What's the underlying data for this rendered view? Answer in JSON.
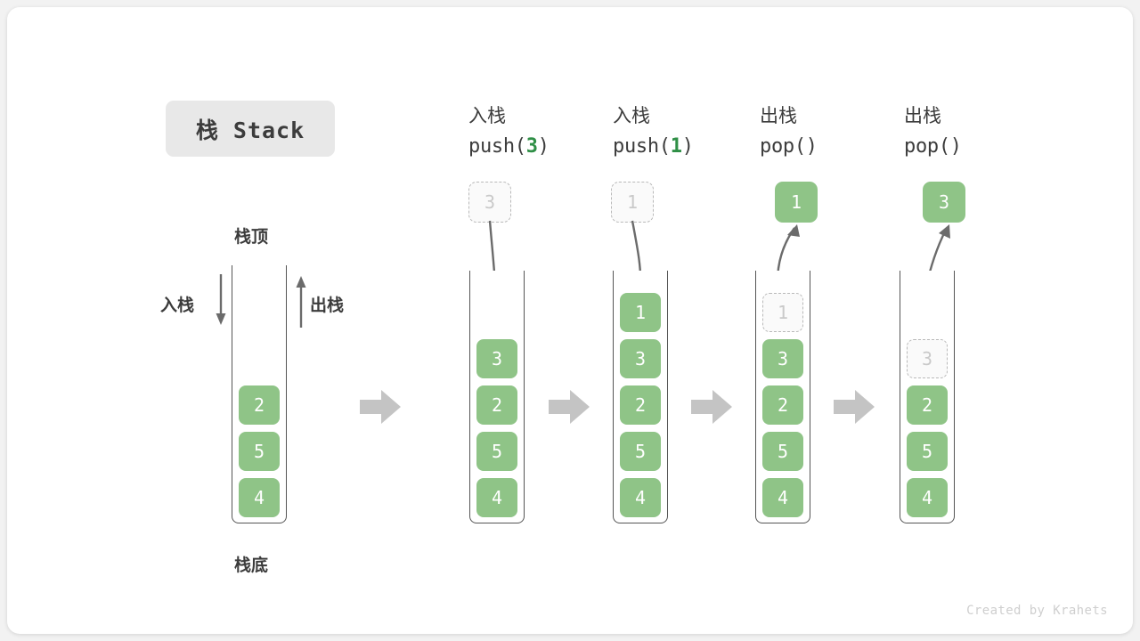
{
  "title": {
    "badge": "栈 Stack"
  },
  "legend": {
    "top_label": "栈顶",
    "bottom_label": "栈底",
    "push_label": "入栈",
    "pop_label": "出栈"
  },
  "footer": {
    "watermark": "Created by Krahets"
  },
  "colors": {
    "cell_fill": "#8fc487",
    "cell_text": "#ffffff",
    "ghost_border": "#b9b9b9",
    "ghost_text": "#c9c9c9",
    "arrow_gray": "#c4c4c4",
    "curve_arrow": "#6b6b6b",
    "badge_bg": "#e8e8e8",
    "text": "#3c3c3c",
    "accent_green": "#2f8f46"
  },
  "columns": [
    {
      "id": "initial",
      "heading_cn": "",
      "heading_code": "",
      "op": "initial",
      "stack": [
        "2",
        "5",
        "4"
      ],
      "ghost_top": null,
      "float_box": null
    },
    {
      "id": "push-3",
      "heading_cn": "入栈",
      "heading_code_prefix": "push(",
      "heading_code_arg": "3",
      "heading_code_suffix": ")",
      "op": "push",
      "stack": [
        "3",
        "2",
        "5",
        "4"
      ],
      "float_box": {
        "value": "3",
        "style": "ghost"
      }
    },
    {
      "id": "push-1",
      "heading_cn": "入栈",
      "heading_code_prefix": "push(",
      "heading_code_arg": "1",
      "heading_code_suffix": ")",
      "op": "push",
      "stack": [
        "1",
        "3",
        "2",
        "5",
        "4"
      ],
      "float_box": {
        "value": "1",
        "style": "ghost"
      }
    },
    {
      "id": "pop-1",
      "heading_cn": "出栈",
      "heading_code_prefix": "pop(",
      "heading_code_arg": "",
      "heading_code_suffix": ")",
      "op": "pop",
      "ghost_top": "1",
      "stack": [
        "3",
        "2",
        "5",
        "4"
      ],
      "float_box": {
        "value": "1",
        "style": "solid"
      }
    },
    {
      "id": "pop-3",
      "heading_cn": "出栈",
      "heading_code_prefix": "pop(",
      "heading_code_arg": "",
      "heading_code_suffix": ")",
      "op": "pop",
      "ghost_top": "3",
      "stack": [
        "2",
        "5",
        "4"
      ],
      "float_box": {
        "value": "3",
        "style": "solid"
      }
    }
  ],
  "separators": [
    "sep-1",
    "sep-2",
    "sep-3",
    "sep-4"
  ]
}
